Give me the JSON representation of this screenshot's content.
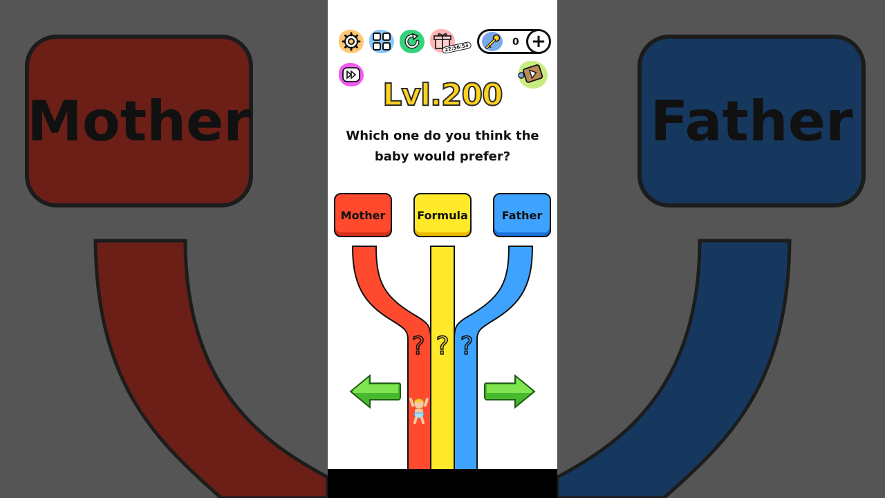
{
  "background": {
    "left_label": "Mother",
    "right_label": "Father"
  },
  "toolbar": {
    "settings_icon": "gear-icon",
    "levels_icon": "grid-icon",
    "restart_icon": "restart-icon",
    "gift_icon": "gift-icon",
    "gift_timer": "22:56:53",
    "skip_icon": "skip-icon",
    "hint_icon": "video-hint-icon",
    "key_count": "0",
    "add_label": "+"
  },
  "level": {
    "title": "Lvl.200",
    "question": "Which one do you think the baby would prefer?"
  },
  "choices": [
    {
      "label": "Mother",
      "color": "#ff4a2e"
    },
    {
      "label": "Formula",
      "color": "#ffe92a"
    },
    {
      "label": "Father",
      "color": "#3ea3ff"
    }
  ],
  "paths": {
    "marker": "?"
  },
  "controls": {
    "left_arrow": "arrow-left-icon",
    "right_arrow": "arrow-right-icon"
  },
  "colors": {
    "red": "#ff4a2e",
    "yellow": "#ffe92a",
    "blue": "#3ea3ff",
    "green": "#7de04a",
    "level_gold": "#ffd21f"
  }
}
